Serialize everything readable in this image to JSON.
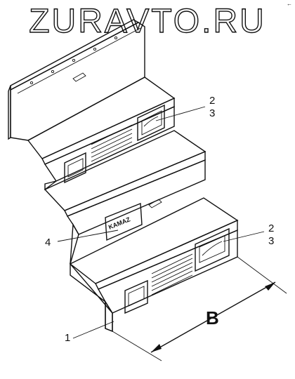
{
  "watermark": {
    "text": "ZURAVTO.RU"
  },
  "corner_mark": {
    "text": "←"
  },
  "callouts": {
    "c1": "1",
    "c2_upper": "2",
    "c3_upper": "3",
    "c2_lower": "2",
    "c3_lower": "3",
    "c4": "4"
  },
  "dimension": {
    "label": "B"
  },
  "plate": {
    "text": "KAMAZ"
  }
}
